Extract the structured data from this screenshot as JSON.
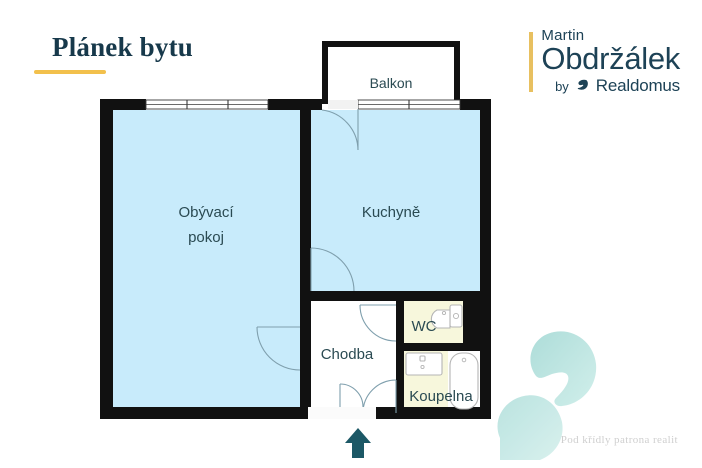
{
  "page": {
    "title": "Plánek bytu",
    "background_color": "#ffffff"
  },
  "logo": {
    "first_name": "Martin",
    "last_name": "Obdržálek",
    "by_word": "by",
    "brand_name": "Realdomus",
    "bird_icon_name": "realdomus-bird-icon",
    "accent_bar_color": "#e8c060",
    "text_color": "#1d4256"
  },
  "watermark": {
    "tagline": "Pod křídly patrona realit",
    "bird_color_from": "#9fd8d4",
    "bird_color_to": "#bfe6e2"
  },
  "colors": {
    "wall": "#111111",
    "room_blue": "#c8ebfb",
    "room_white": "#ffffff",
    "room_cream": "#f7f7dc",
    "label_text": "#2a4a52",
    "title_text": "#17394b",
    "title_underline": "#f2c04c",
    "entrance_arrow": "#1c5866",
    "fixture_stroke": "#b8b8b8",
    "door_arc": "#8aa8b4"
  },
  "rooms": [
    {
      "key": "obyvaci_pokoj",
      "label": "Obývací\npokoj",
      "label_line1": "Obývací",
      "label_line2": "pokoj",
      "fill": "#c8ebfb"
    },
    {
      "key": "kuchyne",
      "label": "Kuchyně",
      "fill": "#c8ebfb"
    },
    {
      "key": "balkon",
      "label": "Balkon",
      "fill": "#ffffff"
    },
    {
      "key": "chodba",
      "label": "Chodba",
      "fill": "#ffffff"
    },
    {
      "key": "wc",
      "label": "WC",
      "fill": "#f7f7dc"
    },
    {
      "key": "koupelna",
      "label": "Koupelna",
      "fill": "#f7f7dc"
    }
  ],
  "fixtures": [
    {
      "key": "toilet",
      "room": "wc",
      "icon_name": "toilet-icon"
    },
    {
      "key": "sink",
      "room": "koupelna",
      "icon_name": "sink-icon"
    },
    {
      "key": "bathtub",
      "room": "koupelna",
      "icon_name": "bathtub-icon"
    }
  ],
  "markers": [
    {
      "key": "entrance",
      "icon_name": "entrance-arrow-icon",
      "direction": "up"
    }
  ],
  "windows": [
    {
      "key": "living-room-window",
      "wall": "top",
      "room": "obyvaci_pokoj"
    },
    {
      "key": "kitchen-balcony-window",
      "wall": "top",
      "room": "kuchyne"
    }
  ],
  "doors": [
    {
      "key": "balcony-door",
      "rooms": [
        "kuchyne",
        "balkon"
      ]
    },
    {
      "key": "kitchen-hall-door",
      "rooms": [
        "kuchyne",
        "chodba"
      ]
    },
    {
      "key": "livingroom-hall-door",
      "rooms": [
        "obyvaci_pokoj",
        "chodba"
      ]
    },
    {
      "key": "wc-door",
      "rooms": [
        "wc",
        "chodba"
      ]
    },
    {
      "key": "bathroom-door",
      "rooms": [
        "koupelna",
        "chodba"
      ]
    },
    {
      "key": "entrance-door",
      "rooms": [
        "chodba",
        "outside"
      ]
    }
  ]
}
